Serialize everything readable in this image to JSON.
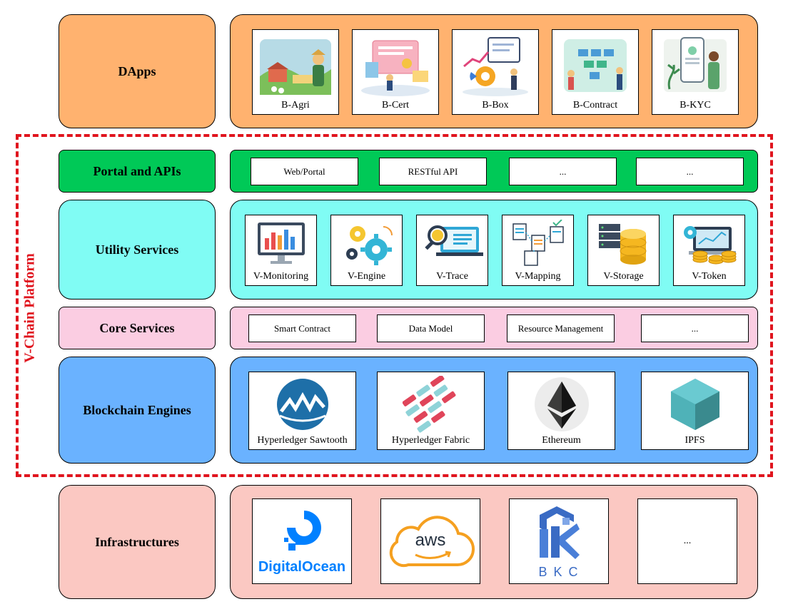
{
  "platform_label": "V-Chain Platform",
  "colors": {
    "dapps": "#ffb26f",
    "portal": "#00c957",
    "utility": "#80fcf4",
    "core": "#fbcde2",
    "engines": "#6ab2ff",
    "infra": "#fbc8c2",
    "dashed": "#e0141e"
  },
  "layers": {
    "dapps": {
      "label": "DApps",
      "items": [
        {
          "label": "B-Agri",
          "icon": "farmer-icon"
        },
        {
          "label": "B-Cert",
          "icon": "certificate-icon"
        },
        {
          "label": "B-Box",
          "icon": "box-analytics-icon"
        },
        {
          "label": "B-Contract",
          "icon": "contract-icon"
        },
        {
          "label": "B-KYC",
          "icon": "kyc-phone-icon"
        }
      ]
    },
    "portal": {
      "label": "Portal and APIs",
      "items": [
        "Web/Portal",
        "RESTful API",
        "...",
        "..."
      ]
    },
    "utility": {
      "label": "Utility Services",
      "items": [
        {
          "label": "V-Monitoring",
          "icon": "monitor-chart-icon"
        },
        {
          "label": "V-Engine",
          "icon": "gears-icon"
        },
        {
          "label": "V-Trace",
          "icon": "magnifier-laptop-icon"
        },
        {
          "label": "V-Mapping",
          "icon": "documents-mapping-icon"
        },
        {
          "label": "V-Storage",
          "icon": "database-server-icon"
        },
        {
          "label": "V-Token",
          "icon": "coins-laptop-icon"
        }
      ]
    },
    "core": {
      "label": "Core Services",
      "items": [
        "Smart Contract",
        "Data Model",
        "Resource Management",
        "..."
      ]
    },
    "engines": {
      "label": "Blockchain Engines",
      "items": [
        {
          "label": "Hyperledger Sawtooth",
          "icon": "sawtooth-logo-icon"
        },
        {
          "label": "Hyperledger Fabric",
          "icon": "fabric-logo-icon"
        },
        {
          "label": "Ethereum",
          "icon": "ethereum-logo-icon"
        },
        {
          "label": "IPFS",
          "icon": "ipfs-cube-icon"
        }
      ]
    },
    "infra": {
      "label": "Infrastructures",
      "items": [
        {
          "label": "DigitalOcean",
          "icon": "digitalocean-logo-icon"
        },
        {
          "label": "aws",
          "icon": "aws-cloud-logo-icon"
        },
        {
          "label": "B K C",
          "icon": "bkc-logo-icon"
        },
        {
          "label": "...",
          "icon": ""
        }
      ]
    }
  }
}
